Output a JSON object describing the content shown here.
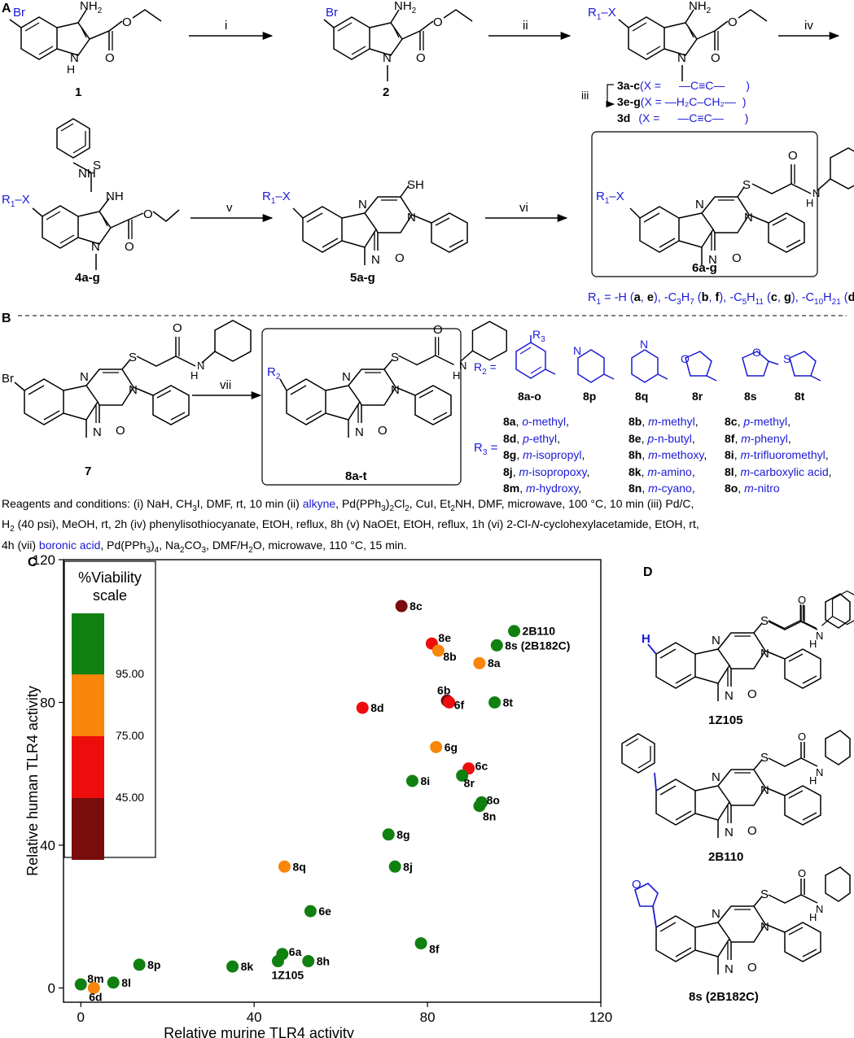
{
  "panels": {
    "a": "A",
    "b": "B",
    "c": "C",
    "d": "D"
  },
  "atoms": {
    "br": "Br",
    "nh2": "NH",
    "nh2_sub": "2",
    "nh": "NH",
    "h": "H",
    "n": "N",
    "o": "O",
    "s": "S",
    "sh": "SH",
    "r1x": "R",
    "x": "X",
    "r2": "R",
    "one_sub": "1",
    "two_sub": "2",
    "three_sub": "3"
  },
  "compounds": {
    "c1": "1",
    "c2": "2",
    "c3d": "3d",
    "c3ac": "3a-c",
    "c3eg": "3e-g",
    "c4": "4a-g",
    "c5": "5a-g",
    "c6": "6a-g",
    "c7": "7",
    "c8": "8a-t",
    "c8ao": "8a-o",
    "c8p": "8p",
    "c8q": "8q",
    "c8r": "8r",
    "c8s": "8s",
    "c8t": "8t",
    "d1": "1Z105",
    "d2": "2B110",
    "d3": "8s (2B182C)"
  },
  "steps": {
    "i": "i",
    "ii": "ii",
    "iii": "iii",
    "iv": "iv",
    "v": "v",
    "vi": "vi",
    "vii": "vii"
  },
  "x_defs": {
    "a": "(X = ",
    "a_val": "—C≡C—",
    "e": "(X = ",
    "e_val": "—H₂C–CH₂—",
    "d": "(X = ",
    "d_val": "—C≡C—",
    "close": ")"
  },
  "r1_line": {
    "prefix": "R",
    "sub": "1",
    "eq": " = -H (",
    "items": [
      {
        "t": "a",
        "b": true
      },
      {
        "t": ", ",
        "b": false
      },
      {
        "t": "e",
        "b": true
      },
      {
        "t": "), -C",
        "b": false
      },
      {
        "t": "3",
        "sub": true
      },
      {
        "t": "H",
        "b": false
      },
      {
        "t": "7",
        "sub": true
      },
      {
        "t": " (",
        "b": false
      },
      {
        "t": "b",
        "b": true
      },
      {
        "t": ", ",
        "b": false
      },
      {
        "t": "f",
        "b": true
      },
      {
        "t": "), -C",
        "b": false
      },
      {
        "t": "5",
        "sub": true
      },
      {
        "t": "H",
        "b": false
      },
      {
        "t": "11",
        "sub": true
      },
      {
        "t": " (",
        "b": false
      },
      {
        "t": "c",
        "b": true
      },
      {
        "t": ", ",
        "b": false
      },
      {
        "t": "g",
        "b": true
      },
      {
        "t": "), -C",
        "b": false
      },
      {
        "t": "10",
        "sub": true
      },
      {
        "t": "H",
        "b": false
      },
      {
        "t": "21",
        "sub": true
      },
      {
        "t": " (",
        "b": false
      },
      {
        "t": "d",
        "b": true
      },
      {
        "t": ")",
        "b": false
      }
    ]
  },
  "r3_table": [
    [
      {
        "id": "8a",
        "s": "o-methyl,"
      },
      {
        "id": "8b",
        "s": "m-methyl,"
      },
      {
        "id": "8c",
        "s": "p-methyl,"
      }
    ],
    [
      {
        "id": "8d",
        "s": "p-ethyl,"
      },
      {
        "id": "8e",
        "s": "p-n-butyl,"
      },
      {
        "id": "8f",
        "s": "m-phenyl,"
      }
    ],
    [
      {
        "id": "8g",
        "s": "m-isopropyl,"
      },
      {
        "id": "8h",
        "s": "m-methoxy,"
      },
      {
        "id": "8i",
        "s": "m-trifluoromethyl,"
      }
    ],
    [
      {
        "id": "8j",
        "s": "m-isopropoxy,"
      },
      {
        "id": "8k",
        "s": "m-amino,"
      },
      {
        "id": "8l",
        "s": "m-carboxylic acid,"
      }
    ],
    [
      {
        "id": "8m",
        "s": "m-hydroxy,"
      },
      {
        "id": "8n",
        "s": "m-cyano,"
      },
      {
        "id": "8o",
        "s": "m-nitro"
      }
    ]
  ],
  "r2_label": "R",
  "r2_sub": "2",
  "r3_label": "R",
  "r3_sub": "3",
  "equals": " =",
  "conditions": [
    {
      "t": "Reagents and conditions: (i) NaH, CH"
    },
    {
      "t": "3",
      "sub": true
    },
    {
      "t": "I, DMF, rt, 10 min (ii) "
    },
    {
      "t": "alkyne",
      "blue": true
    },
    {
      "t": ", Pd(PPh"
    },
    {
      "t": "3",
      "sub": true
    },
    {
      "t": ")"
    },
    {
      "t": "2",
      "sub": true
    },
    {
      "t": "Cl"
    },
    {
      "t": "2",
      "sub": true
    },
    {
      "t": ", CuI, Et"
    },
    {
      "t": "2",
      "sub": true
    },
    {
      "t": "NH, DMF, microwave, 100 °C, 10 min (iii) Pd/C,"
    },
    {
      "br": true
    },
    {
      "t": "H"
    },
    {
      "t": "2",
      "sub": true
    },
    {
      "t": " (40 psi), MeOH, rt, 2h (iv) phenylisothiocyanate, EtOH, reflux, 8h (v) NaOEt, EtOH, reflux, 1h (vi) 2-Cl-"
    },
    {
      "t": "N",
      "i": true
    },
    {
      "t": "-cyclohexylacetamide, EtOH, rt,"
    },
    {
      "br": true
    },
    {
      "t": "4h (vii) "
    },
    {
      "t": "boronic acid",
      "blue": true
    },
    {
      "t": ", Pd(PPh"
    },
    {
      "t": "3",
      "sub": true
    },
    {
      "t": ")"
    },
    {
      "t": "4",
      "sub": true
    },
    {
      "t": ", Na"
    },
    {
      "t": "2",
      "sub": true
    },
    {
      "t": "CO"
    },
    {
      "t": "3",
      "sub": true
    },
    {
      "t": ", DMF/H"
    },
    {
      "t": "2",
      "sub": true
    },
    {
      "t": "O, microwave, 110 °C, 15 min."
    }
  ],
  "chart_data": {
    "type": "scatter",
    "xlabel": "Relative murine TLR4 activity",
    "ylabel": "Relative human TLR4 activity",
    "xlim": [
      -4,
      120
    ],
    "ylim": [
      -4,
      120
    ],
    "xticks": [
      0,
      40,
      80,
      120
    ],
    "yticks": [
      0,
      40,
      80,
      120
    ],
    "legend": {
      "title": "%Viability\nscale",
      "title_lines": [
        "%Viability",
        "scale"
      ],
      "ticks": [
        "95.00",
        "75.00",
        "45.00"
      ],
      "bands": [
        "#108010",
        "#f8860a",
        "#ee0d0d",
        "#7a0c0c"
      ]
    },
    "colors": {
      "green": "#108010",
      "orange": "#f8860a",
      "red": "#ee0d0d",
      "darkred": "#7a0c0c"
    },
    "points": [
      {
        "label": "8c",
        "x": 74,
        "y": 107,
        "c": "darkred"
      },
      {
        "label": "2B110",
        "x": 100,
        "y": 100,
        "c": "green"
      },
      {
        "label": "8s (2B182C)",
        "x": 96,
        "y": 96,
        "c": "green"
      },
      {
        "label": "8e",
        "x": 81,
        "y": 96.5,
        "c": "red"
      },
      {
        "label": "8b",
        "x": 82.5,
        "y": 94.5,
        "c": "orange"
      },
      {
        "label": "8a",
        "x": 92,
        "y": 91,
        "c": "orange"
      },
      {
        "label": "8d",
        "x": 65,
        "y": 78.5,
        "c": "red"
      },
      {
        "label": "6b",
        "x": 84.5,
        "y": 80.5,
        "c": "darkred"
      },
      {
        "label": "6f",
        "x": 85,
        "y": 80,
        "c": "red"
      },
      {
        "label": "8t",
        "x": 95.5,
        "y": 80,
        "c": "green"
      },
      {
        "label": "6g",
        "x": 82,
        "y": 67.5,
        "c": "orange"
      },
      {
        "label": "6c",
        "x": 89.5,
        "y": 61.5,
        "c": "red"
      },
      {
        "label": "8r",
        "x": 88,
        "y": 59.5,
        "c": "green"
      },
      {
        "label": "8i",
        "x": 76.5,
        "y": 58,
        "c": "green"
      },
      {
        "label": "8o",
        "x": 92.5,
        "y": 52,
        "c": "green"
      },
      {
        "label": "8n",
        "x": 92,
        "y": 51,
        "c": "green"
      },
      {
        "label": "8g",
        "x": 71,
        "y": 43,
        "c": "green"
      },
      {
        "label": "8j",
        "x": 72.5,
        "y": 34,
        "c": "green"
      },
      {
        "label": "8q",
        "x": 47,
        "y": 34,
        "c": "orange"
      },
      {
        "label": "6e",
        "x": 53,
        "y": 21.5,
        "c": "green"
      },
      {
        "label": "8f",
        "x": 78.5,
        "y": 12.5,
        "c": "green"
      },
      {
        "label": "6a",
        "x": 46.5,
        "y": 9.5,
        "c": "green"
      },
      {
        "label": "1Z105",
        "x": 45.5,
        "y": 7.5,
        "c": "green"
      },
      {
        "label": "8h",
        "x": 52.5,
        "y": 7.5,
        "c": "green"
      },
      {
        "label": "8k",
        "x": 35,
        "y": 6,
        "c": "green"
      },
      {
        "label": "8p",
        "x": 13.5,
        "y": 6.5,
        "c": "green"
      },
      {
        "label": "8l",
        "x": 7.5,
        "y": 1.5,
        "c": "green"
      },
      {
        "label": "8m",
        "x": 0,
        "y": 1,
        "c": "green"
      },
      {
        "label": "6d",
        "x": 3,
        "y": 0,
        "c": "orange"
      }
    ]
  }
}
